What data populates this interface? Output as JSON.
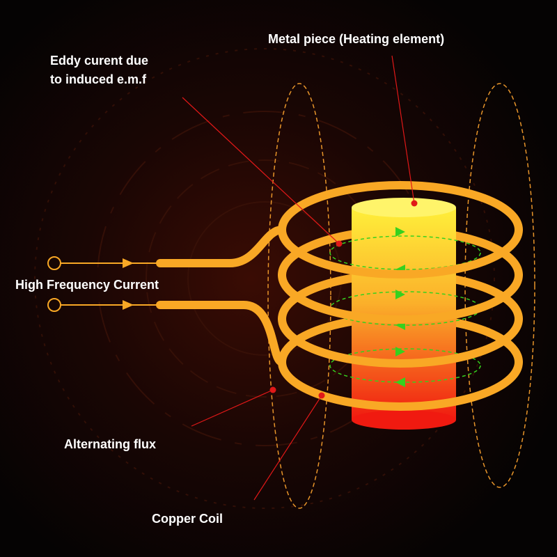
{
  "labels": {
    "metal_piece": "Metal piece (Heating element)",
    "eddy_line1": "Eddy curent due",
    "eddy_line2": "to induced e.m.f",
    "hf_current": "High Frequency Current",
    "alt_flux": "Alternating flux",
    "copper_coil": "Copper Coil"
  },
  "colors": {
    "coil": "#f9a825",
    "pointer": "#e01818",
    "eddy": "#36d11e",
    "flux": "#e8952a",
    "metal_top": "#ffef3a",
    "metal_bottom": "#f01a10"
  }
}
